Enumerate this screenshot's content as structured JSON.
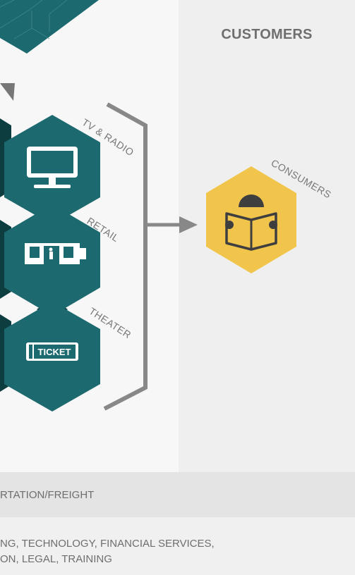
{
  "customers": {
    "title": "CUSTOMERS"
  },
  "channels": [
    {
      "label": "TV & RADIO",
      "icon": "tv-icon"
    },
    {
      "label": "RETAIL",
      "icon": "store-icon"
    },
    {
      "label": "THEATER",
      "icon": "ticket-icon",
      "icon_text": "TICKET"
    }
  ],
  "consumer": {
    "label": "CONSUMERS",
    "icon": "reader-icon"
  },
  "bands": {
    "band1_text": "RTATION/FREIGHT",
    "band2_line1": "NG,  TECHNOLOGY,  FINANCIAL SERVICES,",
    "band2_line2": "ON,  LEGAL, TRAINING"
  },
  "colors": {
    "teal": "#1c6a6f",
    "dark_teal": "#0e3d40",
    "yellow": "#f1c54c",
    "arrow_gray": "#888888",
    "text_gray": "#6e6e6e"
  }
}
